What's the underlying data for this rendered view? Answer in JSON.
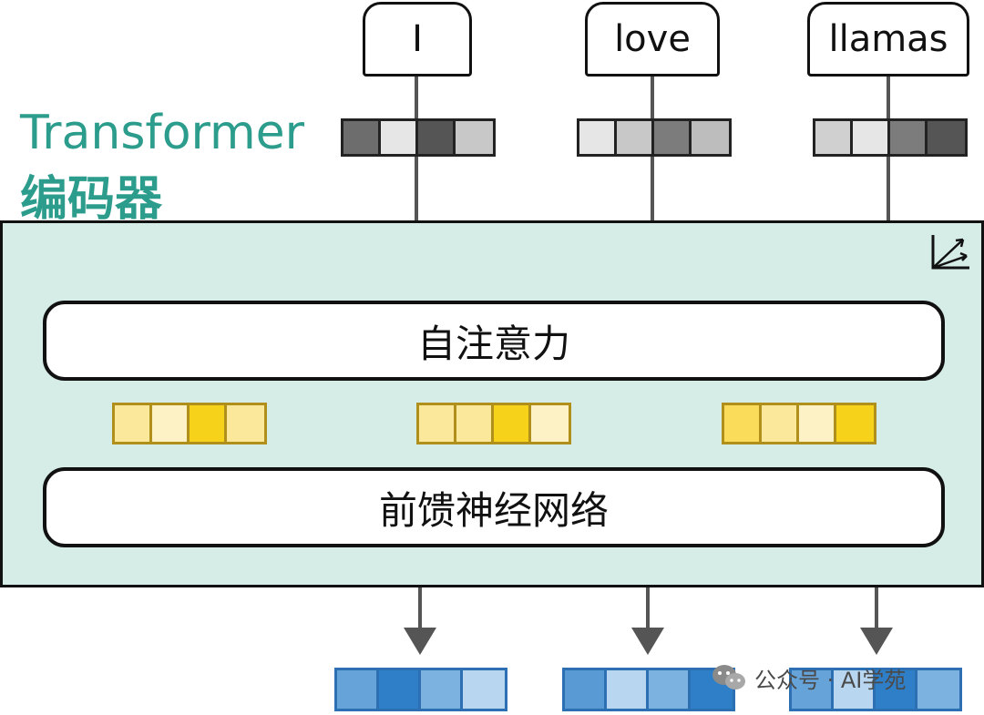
{
  "title": {
    "line1": "Transformer",
    "line2": "编码器"
  },
  "tokens": [
    "I",
    "love",
    "llamas"
  ],
  "encoder": {
    "attention_label": "自注意力",
    "ffn_label": "前馈神经网络"
  },
  "input_vectors": [
    [
      "#6d6d6d",
      "#e6e6e6",
      "#555555",
      "#c8c8c8"
    ],
    [
      "#e6e6e6",
      "#c8c8c8",
      "#7c7c7c",
      "#bdbdbd"
    ],
    [
      "#d0d0d0",
      "#e6e6e6",
      "#7c7c7c",
      "#555555"
    ]
  ],
  "intermediate_vectors": [
    [
      "#fce89a",
      "#fdf2c5",
      "#f7d21a",
      "#fce89a"
    ],
    [
      "#fce89a",
      "#fce89a",
      "#f7d21a",
      "#fdf2c5"
    ],
    [
      "#fadc5a",
      "#fce89a",
      "#fdf2c5",
      "#f7d21a"
    ]
  ],
  "output_vectors": [
    [
      "#66a3d8",
      "#2f7fc8",
      "#7bb2e0",
      "#b8d6f0"
    ],
    [
      "#5a9ad4",
      "#b8d6f0",
      "#7bb2e0",
      "#2f7fc8"
    ],
    [
      "#66a3d8",
      "#b8d6f0",
      "#2f7fc8",
      "#7bb2e0"
    ]
  ],
  "watermark": "公众号 · AI学苑",
  "colors": {
    "title": "#2c9c8c",
    "encoder_bg": "#d6ece6"
  }
}
